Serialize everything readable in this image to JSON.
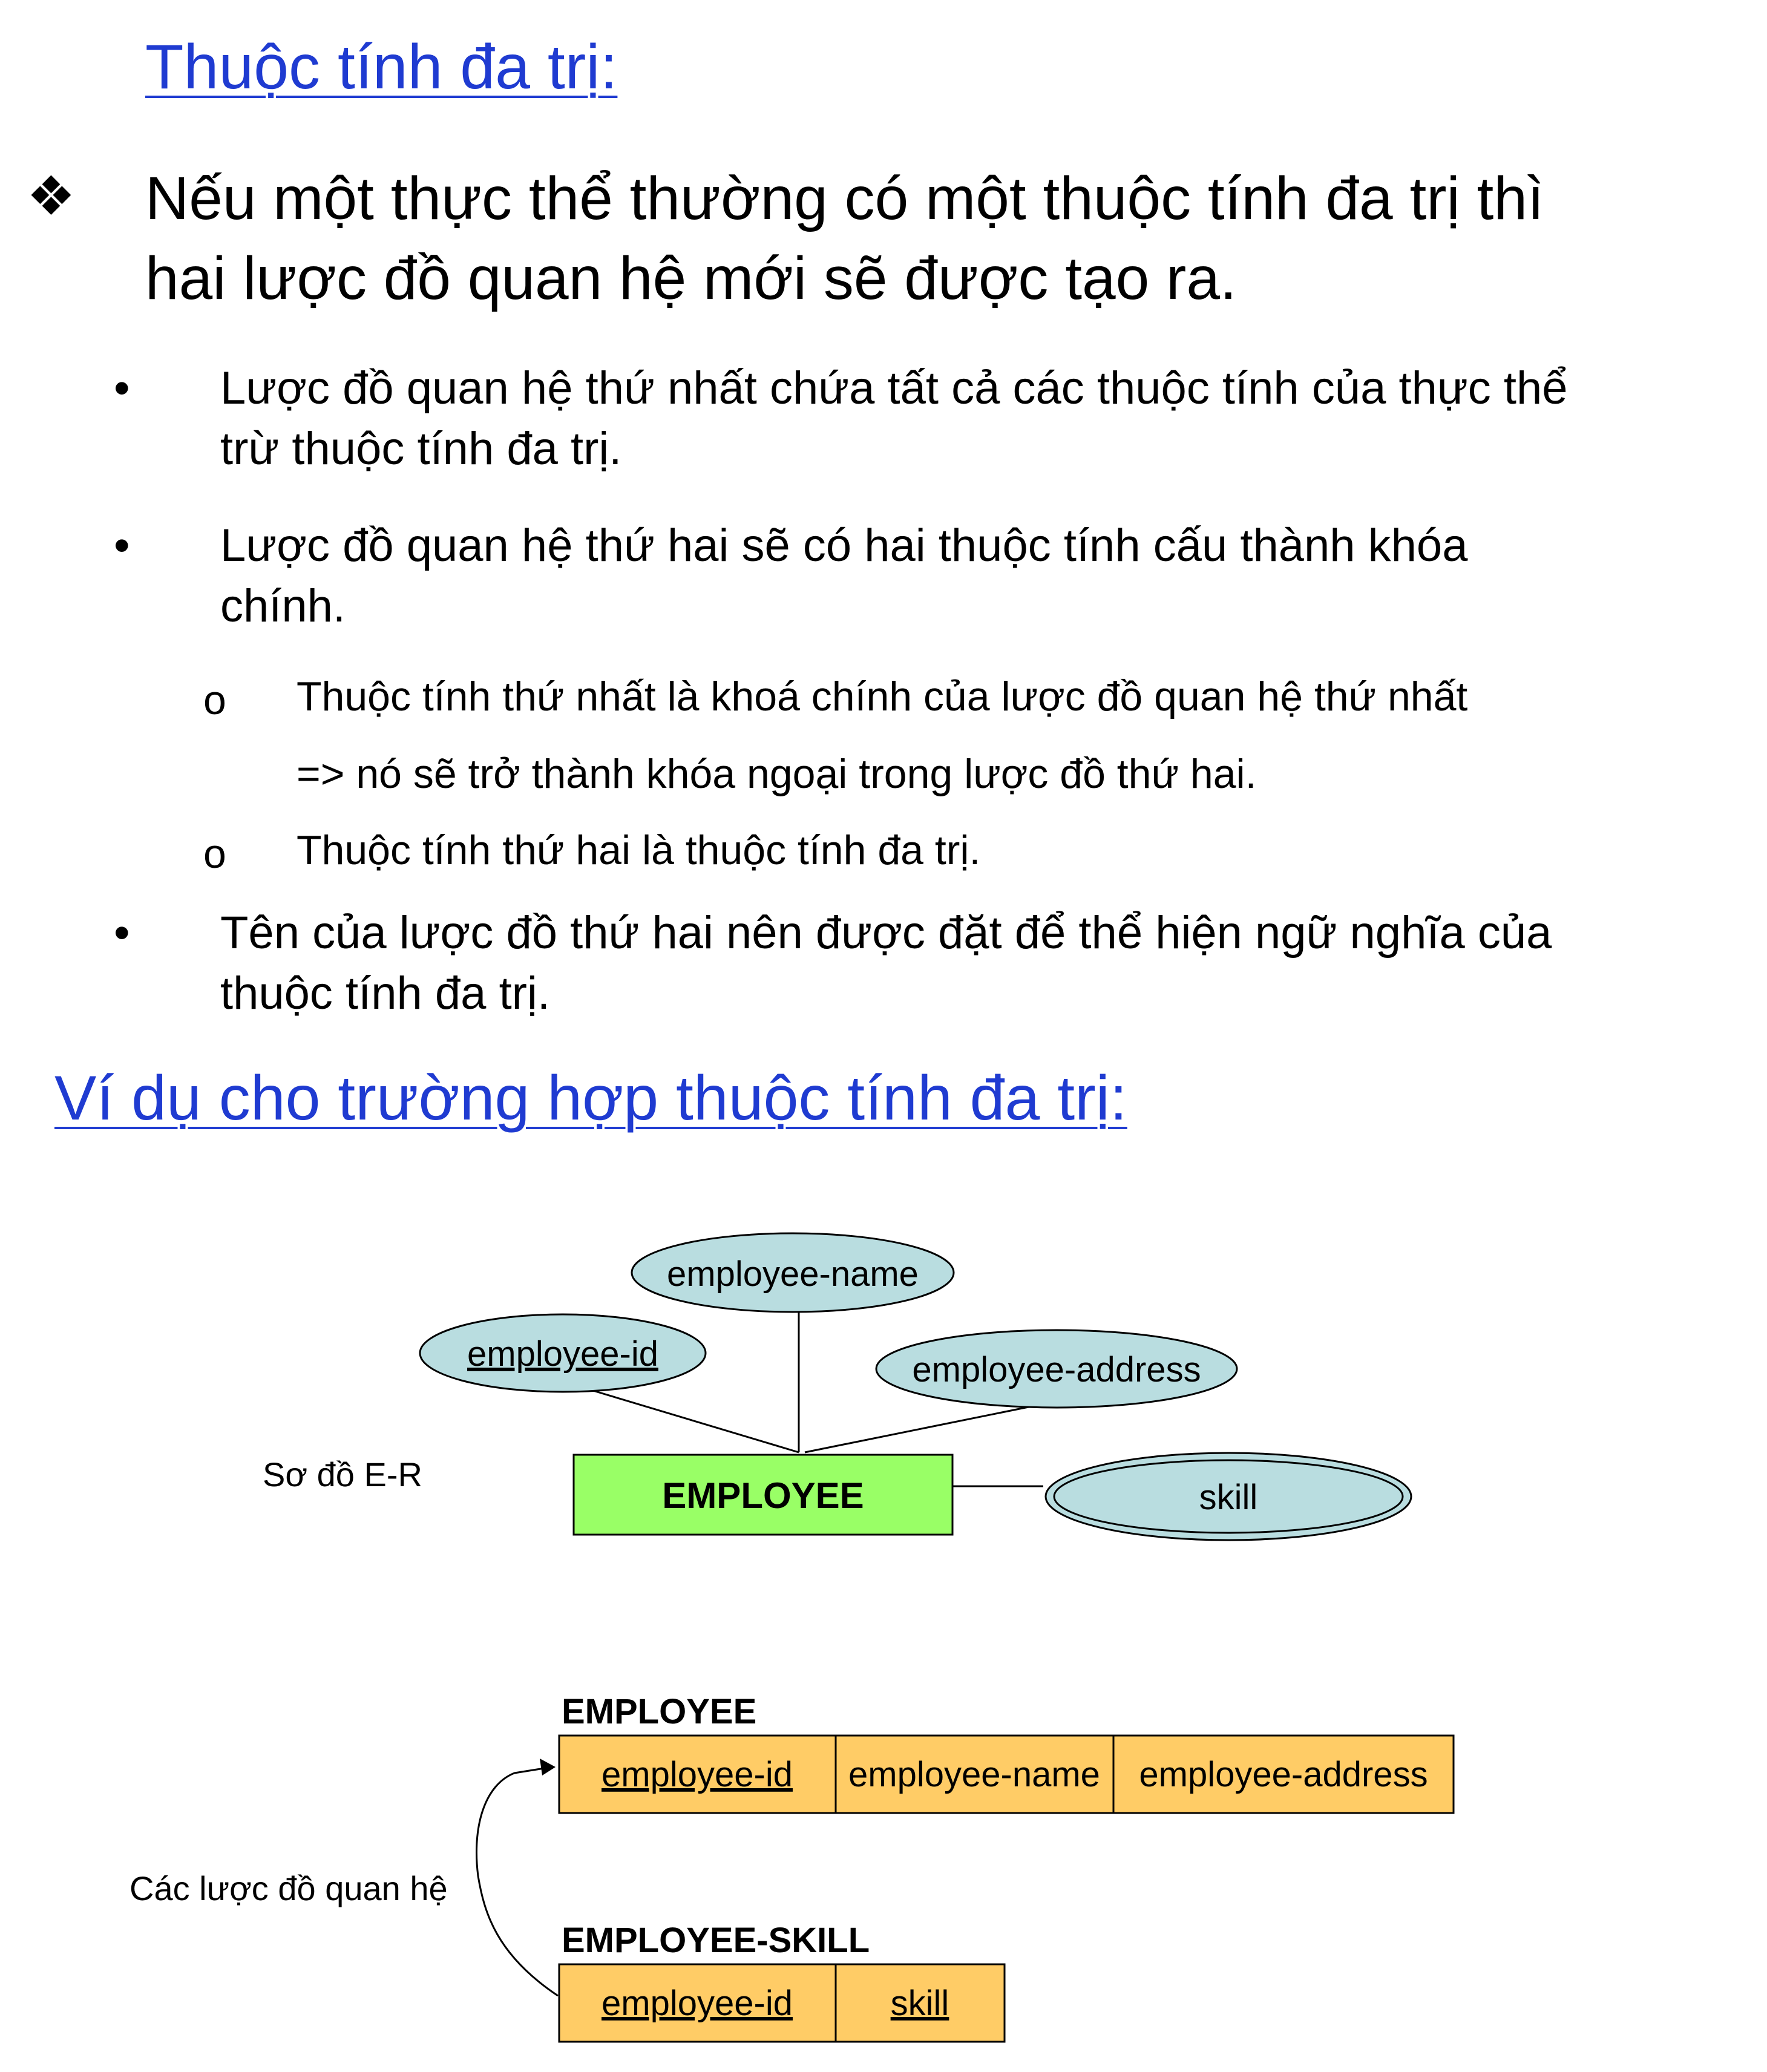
{
  "heading_1": "Thuộc tính đa trị:",
  "main_point": {
    "line1": "Nếu một thực thể thường có một thuộc tính đa trị thì",
    "line2": "hai lược đồ quan hệ mới sẽ được tạo ra."
  },
  "bullets": [
    {
      "line1": "Lược đồ quan hệ thứ nhất chứa tất cả các thuộc tính của thực thể",
      "line2": "trừ thuộc tính đa trị."
    },
    {
      "line1": "Lược đồ quan hệ thứ hai sẽ có hai thuộc tính cấu thành khóa",
      "line2": "chính."
    },
    {
      "line1": "Tên của lược đồ thứ hai nên được đặt để thể hiện ngữ nghĩa của",
      "line2": "thuộc tính đa trị."
    }
  ],
  "bullet_symbol": "•",
  "sub_bullet_symbol": "o",
  "sub_bullets": [
    {
      "line1": "Thuộc tính thứ nhất là khoá chính của lược đồ quan hệ thứ nhất",
      "line2": "=> nó sẽ trở thành khóa ngoại trong lược đồ thứ hai."
    },
    {
      "line1": "Thuộc tính thứ hai là thuộc tính đa trị."
    }
  ],
  "heading_2": "Ví dụ cho trường hợp thuộc tính đa trị:",
  "er_diagram": {
    "label": "Sơ đồ E-R",
    "entity": "EMPLOYEE",
    "attributes": {
      "name": "employee-name",
      "id": "employee-id",
      "address": "employee-address",
      "multivalued": "skill"
    }
  },
  "schemas": {
    "label": "Các lược đồ quan hệ",
    "employee": {
      "title": "EMPLOYEE",
      "columns": [
        "employee-id",
        "employee-name",
        "employee-address"
      ]
    },
    "employee_skill": {
      "title": "EMPLOYEE-SKILL",
      "columns": [
        "employee-id",
        "skill"
      ]
    }
  },
  "colors": {
    "heading": "#1f3bd1",
    "entity_fill": "#99ff66",
    "attribute_fill": "#b9dde0",
    "table_fill": "#ffcc66"
  }
}
